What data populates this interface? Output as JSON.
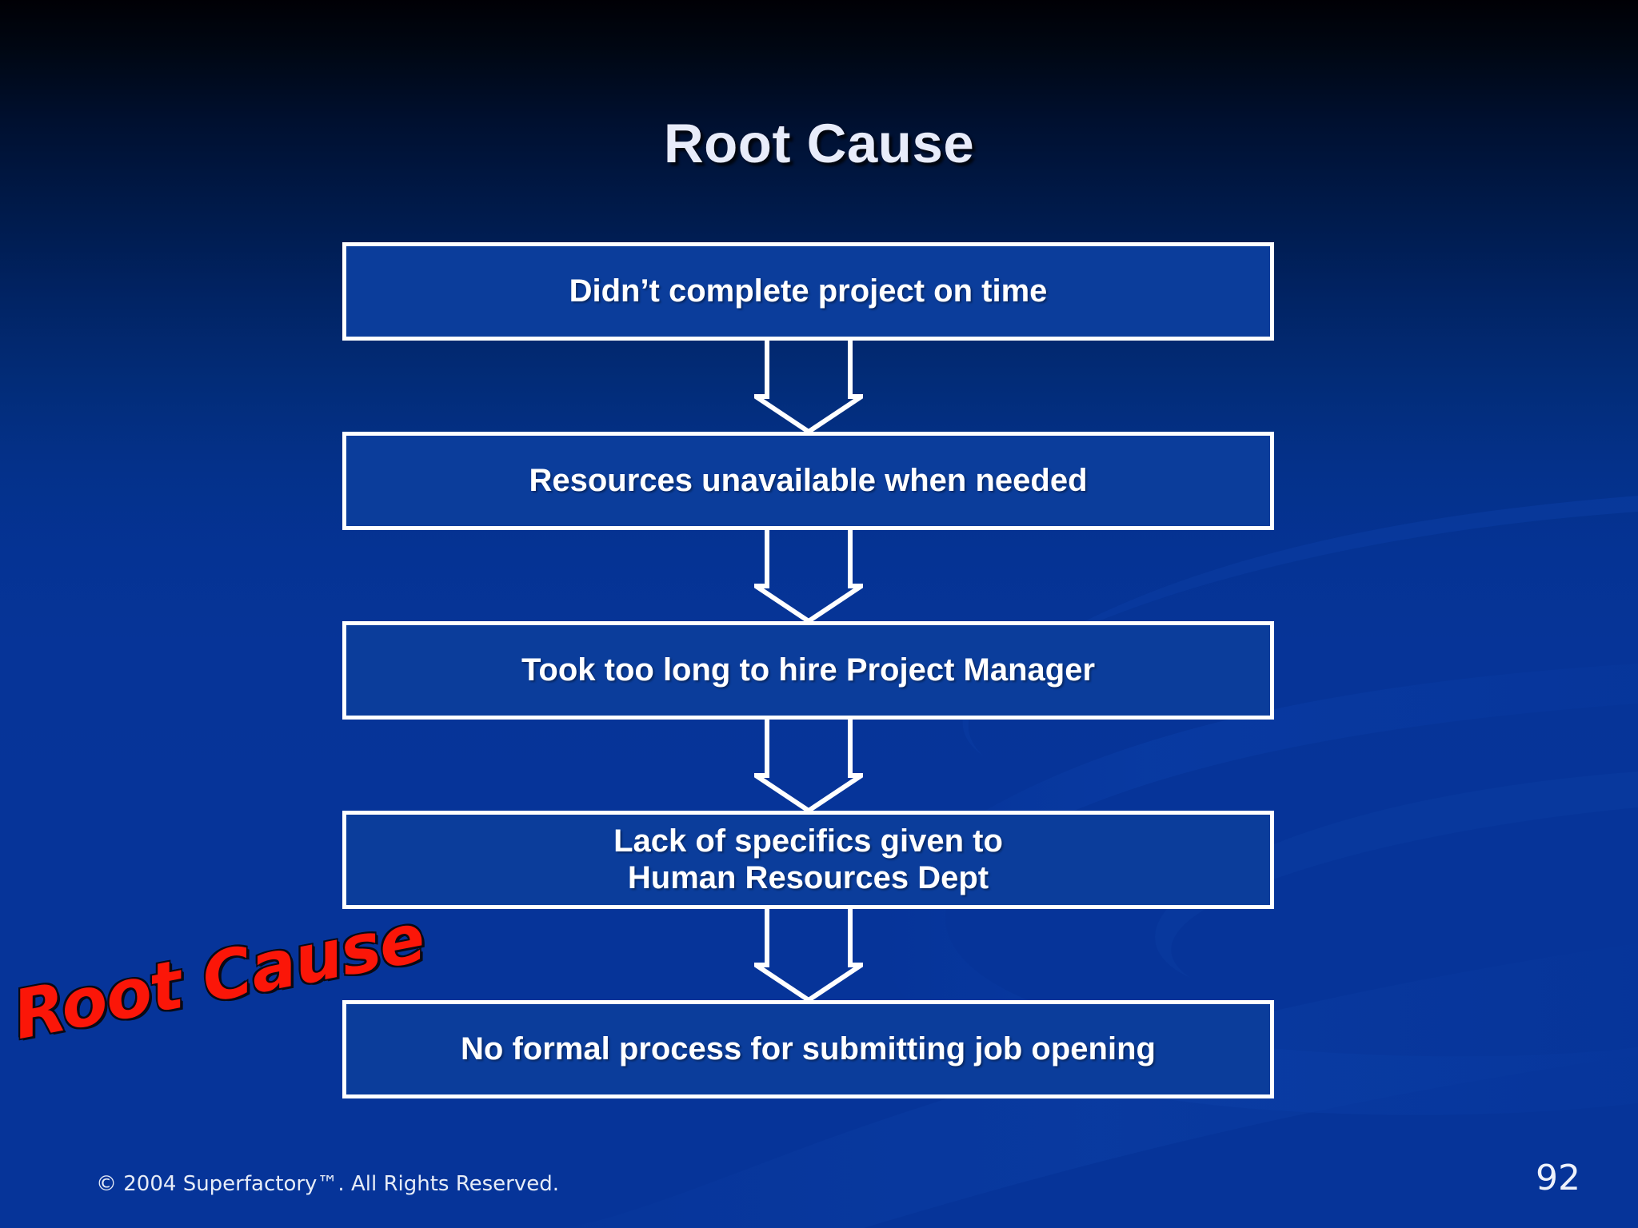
{
  "slide": {
    "title": "Root Cause",
    "page_number": "92",
    "copyright": "© 2004 Superfactory™.  All Rights Reserved.",
    "stamp_label": "Root Cause"
  },
  "colors": {
    "background_top": "#000005",
    "background_bottom": "#063499",
    "box_fill": "#0b3d9b",
    "box_border": "#ffffff",
    "box_text": "#ffffff",
    "title_text": "#e8ecfa",
    "stamp_fill": "#fb1608",
    "stamp_outline": "#0a0a14",
    "footer_text": "#e6ecf7"
  },
  "flow": {
    "arrow_count": 4,
    "boxes": [
      {
        "id": "box-1",
        "lines": [
          "Didn’t complete project on time"
        ]
      },
      {
        "id": "box-2",
        "lines": [
          "Resources unavailable when needed"
        ]
      },
      {
        "id": "box-3",
        "lines": [
          "Took too long to hire Project Manager"
        ]
      },
      {
        "id": "box-4",
        "lines": [
          "Lack of specifics given to",
          "Human Resources Dept"
        ]
      },
      {
        "id": "box-5",
        "lines": [
          "No formal process for submitting job opening"
        ]
      }
    ]
  }
}
